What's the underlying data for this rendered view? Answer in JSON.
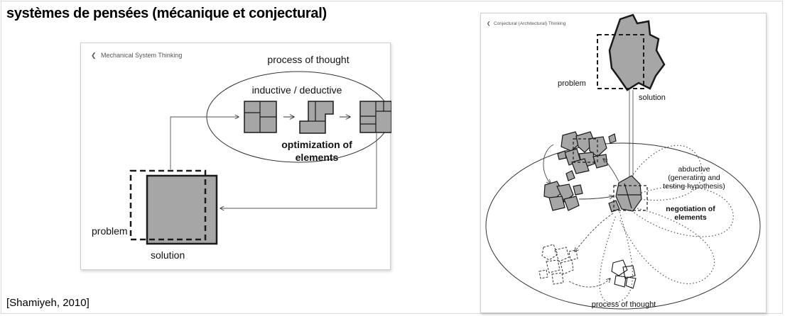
{
  "page": {
    "title": "systèmes de pensées (mécanique et conjectural)",
    "citation": "[Shamiyeh, 2010]"
  },
  "mechanical": {
    "back_glyph": "❮",
    "breadcrumb": "Mechanical System Thinking",
    "process_label": "process of thought",
    "method_label": "inductive / deductive",
    "optimization_line1": "optimization of",
    "optimization_line2": "elements",
    "problem_label": "problem",
    "solution_label": "solution"
  },
  "conjectural": {
    "back_glyph": "❮",
    "breadcrumb": "Conjectural (Architectural) Thinking",
    "problem_label": "problem",
    "solution_label": "solution",
    "abductive_line1": "abductive",
    "abductive_line2": "(generating and",
    "abductive_line3": "testing hypothesis)",
    "negotiation_line1": "negotiation of",
    "negotiation_line2": "elements",
    "process_label": "process of thought"
  },
  "colors": {
    "shape_fill": "#a6a6a6",
    "stroke": "#1a1a1a"
  }
}
